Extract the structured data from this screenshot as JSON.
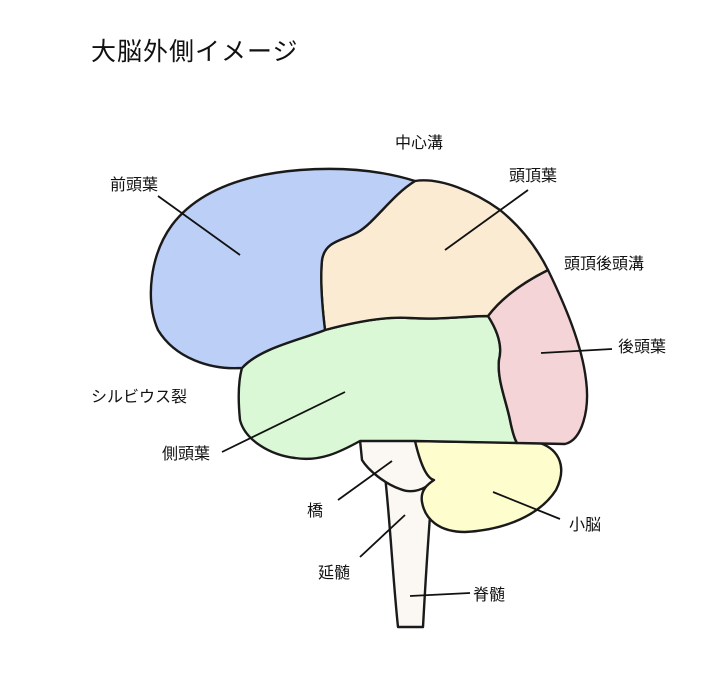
{
  "title": "大脳外側イメージ",
  "colors": {
    "frontal": "#bccff6",
    "parietal": "#fbebd2",
    "occipital": "#f4d4d6",
    "temporal": "#daf8d6",
    "cerebellum": "#fefdce",
    "brainstem": "#fbf8f3"
  },
  "labels": {
    "central_sulcus": "中心溝",
    "frontal_lobe": "前頭葉",
    "parietal_lobe": "頭頂葉",
    "parieto_occipital_sulcus": "頭頂後頭溝",
    "occipital_lobe": "後頭葉",
    "sylvian_fissure": "シルビウス裂",
    "temporal_lobe": "側頭葉",
    "pons": "橋",
    "cerebellum": "小脳",
    "medulla": "延髄",
    "spinal_cord": "脊髄"
  }
}
